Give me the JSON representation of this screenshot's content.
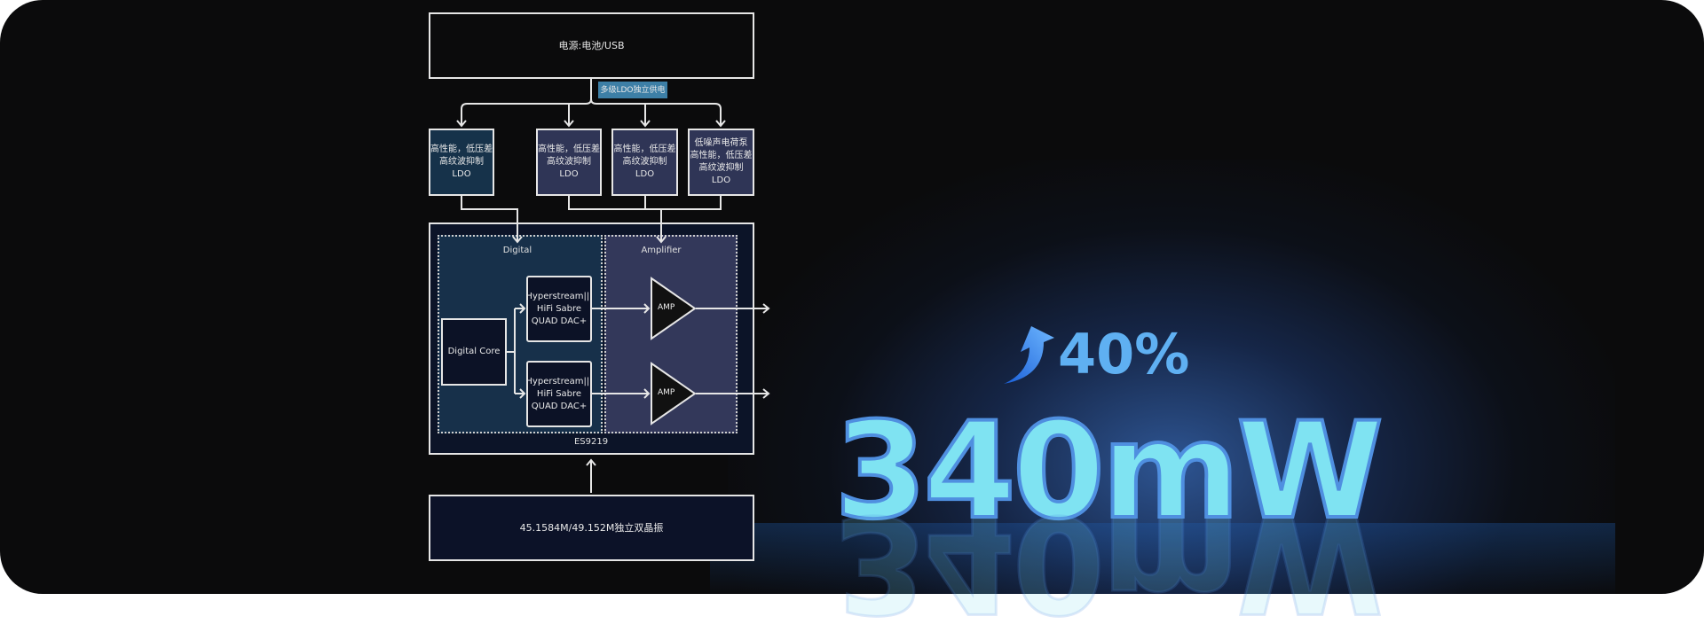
{
  "power_box": {
    "label": "电源:电池/USB"
  },
  "ldo_tag": {
    "label": "多级LDO独立供电",
    "color": "#3d7fa6"
  },
  "ldos": [
    {
      "line1": "高性能，低压差",
      "line2": "高纹波抑制LDO"
    },
    {
      "line1": "高性能，低压差",
      "line2": "高纹波抑制LDO"
    },
    {
      "line1": "高性能，低压差",
      "line2": "高纹波抑制LDO"
    },
    {
      "line0": "低噪声电荷泵",
      "line1": "高性能，低压差",
      "line2": "高纹波抑制LDO"
    }
  ],
  "chip": {
    "name": "ES9219",
    "digital_label": "Digital",
    "amplifier_label": "Amplifier",
    "core_label": "Digital Core",
    "dacs": [
      {
        "l1": "Hyperstream|||",
        "l2": "HiFi Sabre",
        "l3": "QUAD DAC+"
      },
      {
        "l1": "Hyperstream|||",
        "l2": "HiFi Sabre",
        "l3": "QUAD DAC+"
      }
    ],
    "amps": [
      "AMP",
      "AMP"
    ]
  },
  "clock_box": {
    "label": "45.1584M/49.152M独立双晶振"
  },
  "highlight": {
    "increase": "40%",
    "power": "340mW",
    "arrow_icon": "up-arrow-icon",
    "accent": "#7fe3f2"
  }
}
